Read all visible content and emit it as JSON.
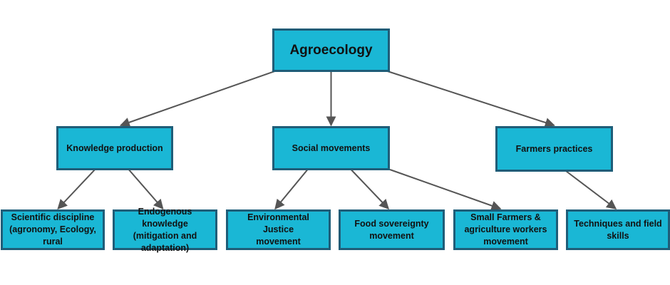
{
  "colors": {
    "box_fill": "#1ab7d5",
    "box_border": "#1f5d78",
    "connector": "#555555",
    "text": "#111111"
  },
  "diagram": {
    "root": "Agroecology",
    "level1": {
      "knowledge": "Knowledge production",
      "social": "Social movements",
      "farmers": "Farmers practices"
    },
    "level2": {
      "scientific": [
        "Scientific discipline",
        "(agronomy, Ecology,",
        "rural"
      ],
      "endogenous": [
        "Endogenous knowledge",
        "(mitigation and",
        "adaptation)"
      ],
      "environmental": [
        "Environmental Justice",
        "movement"
      ],
      "food": [
        "Food sovereignty",
        "movement"
      ],
      "small_farmers": [
        "Small Farmers &",
        "agriculture workers",
        "movement"
      ],
      "techniques": [
        "Techniques and field",
        "skills"
      ]
    },
    "edges": [
      [
        "root",
        "knowledge"
      ],
      [
        "root",
        "social"
      ],
      [
        "root",
        "farmers"
      ],
      [
        "knowledge",
        "scientific"
      ],
      [
        "knowledge",
        "endogenous"
      ],
      [
        "social",
        "environmental"
      ],
      [
        "social",
        "food"
      ],
      [
        "social",
        "small_farmers"
      ],
      [
        "farmers",
        "techniques"
      ]
    ]
  }
}
